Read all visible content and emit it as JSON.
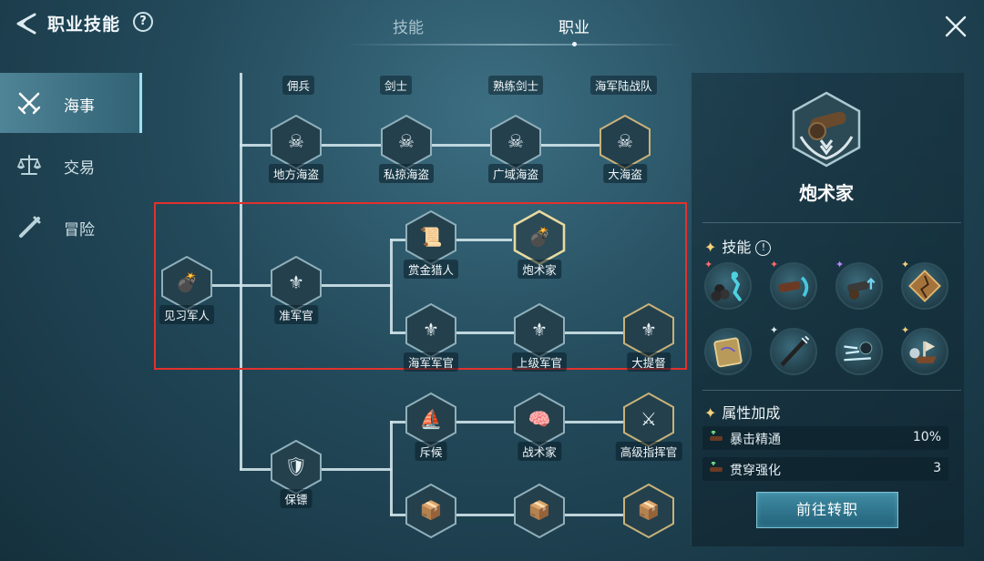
{
  "header": {
    "title": "职业技能",
    "help": "?",
    "tabs": [
      {
        "label": "技能",
        "active": false
      },
      {
        "label": "职业",
        "active": true
      }
    ]
  },
  "sidebar": {
    "items": [
      {
        "label": "海事",
        "icon": "crossed-swords-icon",
        "active": true
      },
      {
        "label": "交易",
        "icon": "scales-icon",
        "active": false
      },
      {
        "label": "冒险",
        "icon": "telescope-icon",
        "active": false
      }
    ]
  },
  "tree": {
    "top_row": [
      "佣兵",
      "剑士",
      "熟练剑士",
      "海军陆战队"
    ],
    "pirate_row": [
      "地方海盗",
      "私掠海盗",
      "广域海盗",
      "大海盗"
    ],
    "origin": "见习军人",
    "officer": "准军官",
    "upper_branch": [
      "赏金猎人",
      "炮术家"
    ],
    "lower_branch": [
      "海军军官",
      "上级军官",
      "大提督"
    ],
    "guard": "保镖",
    "guard_upper": [
      "斥候",
      "战术家",
      "高级指挥官"
    ],
    "selected": "炮术家"
  },
  "detail": {
    "title": "炮术家",
    "skills_title": "技能",
    "skills_info": "!",
    "attr_title": "属性加成",
    "attributes": [
      {
        "name": "暴击精通",
        "value": "10%"
      },
      {
        "name": "贯穿强化",
        "value": "3"
      }
    ],
    "button": "前往转职",
    "colors": {
      "highlight_box": "#e2312d",
      "selected_frame": "#e8d9a0",
      "accent": "#9fe0ef"
    }
  }
}
